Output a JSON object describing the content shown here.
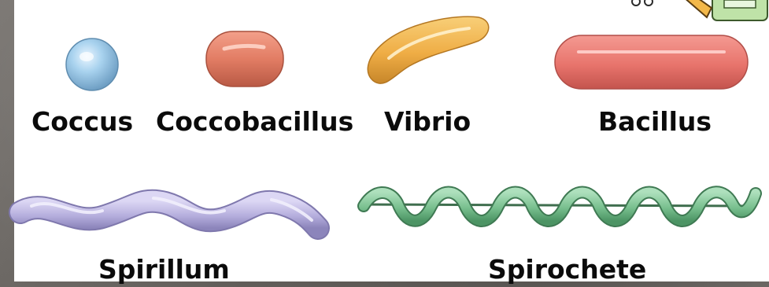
{
  "labels": {
    "coccus": "Coccus",
    "coccobacillus": "Coccobacillus",
    "vibrio": "Vibrio",
    "bacillus": "Bacillus",
    "spirillum": "Spirillum",
    "spirochete": "Spirochete"
  },
  "colors": {
    "coccus": "#9fcbe8",
    "coccobacillus": "#e58068",
    "vibrio": "#f0b14a",
    "bacillus": "#ea7770",
    "spirillum": "#b9b2e0",
    "spirochete": "#7fc596",
    "background": "#ffffff",
    "border": "#6e6a66"
  },
  "icons": {
    "corner_graphic": "pencil-notepad-icon"
  }
}
